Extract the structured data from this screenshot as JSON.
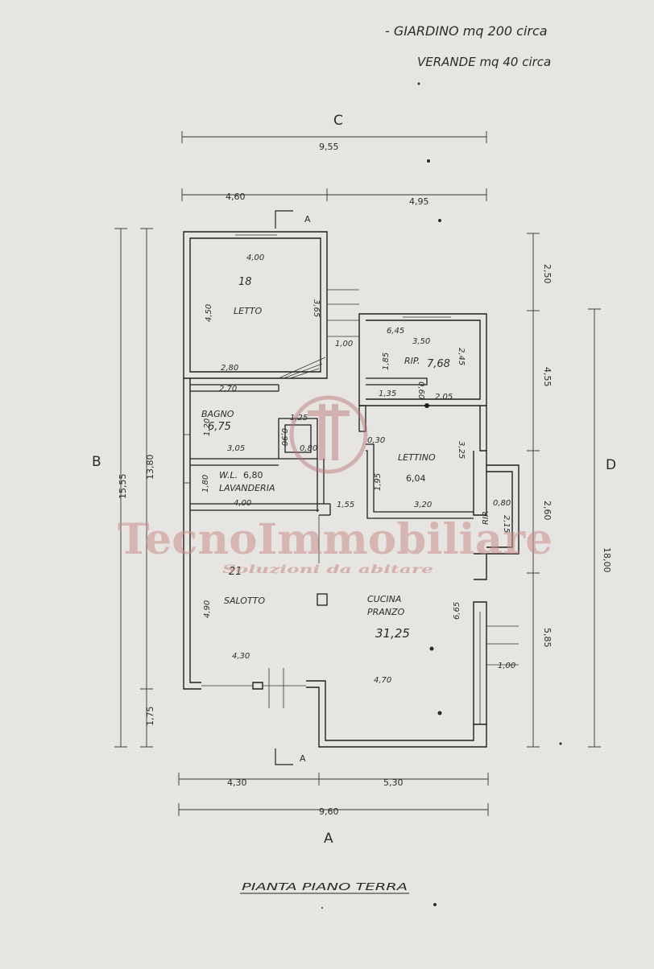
{
  "notes": {
    "line1": "- GIARDINO mq 200 circa",
    "line2": "VERANDE mq 40 circa"
  },
  "side_labels": {
    "top": "C",
    "left": "B",
    "right": "D",
    "bottom": "A"
  },
  "section_marks": {
    "top": "A",
    "bottom": "A"
  },
  "dimensions": {
    "top_total": "9,55",
    "top_left": "4,60",
    "top_right": "4,95",
    "bottom_total": "9,60",
    "bottom_left": "4,30",
    "bottom_right": "5,30",
    "left_outer": "15,55",
    "left_inner": "13,80",
    "left_bottom": "1,75",
    "right_outer": "18,00",
    "right_a": "2,50",
    "right_b": "4,55",
    "right_c": "2,60",
    "right_d": "5,85",
    "letto_w": "4,00",
    "letto_h": "4,50",
    "letto_side": "3,65",
    "letto_bottom": "2,80",
    "corridor": "1,00",
    "rip_w": "3,50",
    "rip_h": "1,85",
    "rip_side": "2,45",
    "rip_small1": "1,35",
    "rip_small2": "0,60",
    "rip_bottom": "2,05",
    "bagno_w": "2,70",
    "bagno_h": "1,20",
    "bagno_bottom": "3,05",
    "bagno_nook_w": "1,25",
    "bagno_nook_d": "0,90",
    "bagno_nook_b": "0,80",
    "lettino_small": "0,30",
    "lettino_h": "1,95",
    "lettino_side": "3,25",
    "lettino_w": "3,20",
    "lav_h": "1,80",
    "lav_w": "4,00",
    "lav_mid": "1,55",
    "rip2_w": "0,80",
    "rip2_h": "2,15",
    "salotto_h": "4,90",
    "salotto_w": "4,30",
    "cucina_w": "4,70",
    "cucina_h": "6,65",
    "veranda_d": "1,00"
  },
  "rooms": {
    "letto": "LETTO",
    "letto_area": "18",
    "rip": "RIP.",
    "rip_area": "7,68",
    "rip_corner": "6,45",
    "bagno": "BAGNO",
    "bagno_area": "6,75",
    "lettino": "LETTINO",
    "lettino_area": "6,04",
    "wl": "W.L.",
    "lavanderia": "LAVANDERIA",
    "lav_area": "6,80",
    "rip2": "RIP.",
    "salotto": "SALOTTO",
    "salotto_area": "21",
    "cucina": "CUCINA",
    "pranzo": "PRANZO",
    "cucina_area": "31,25"
  },
  "watermark": {
    "brand": "TecnoImmobiliare",
    "tagline": "Soluzioni da abitare"
  },
  "caption": "PIANTA PIANO TERRA"
}
